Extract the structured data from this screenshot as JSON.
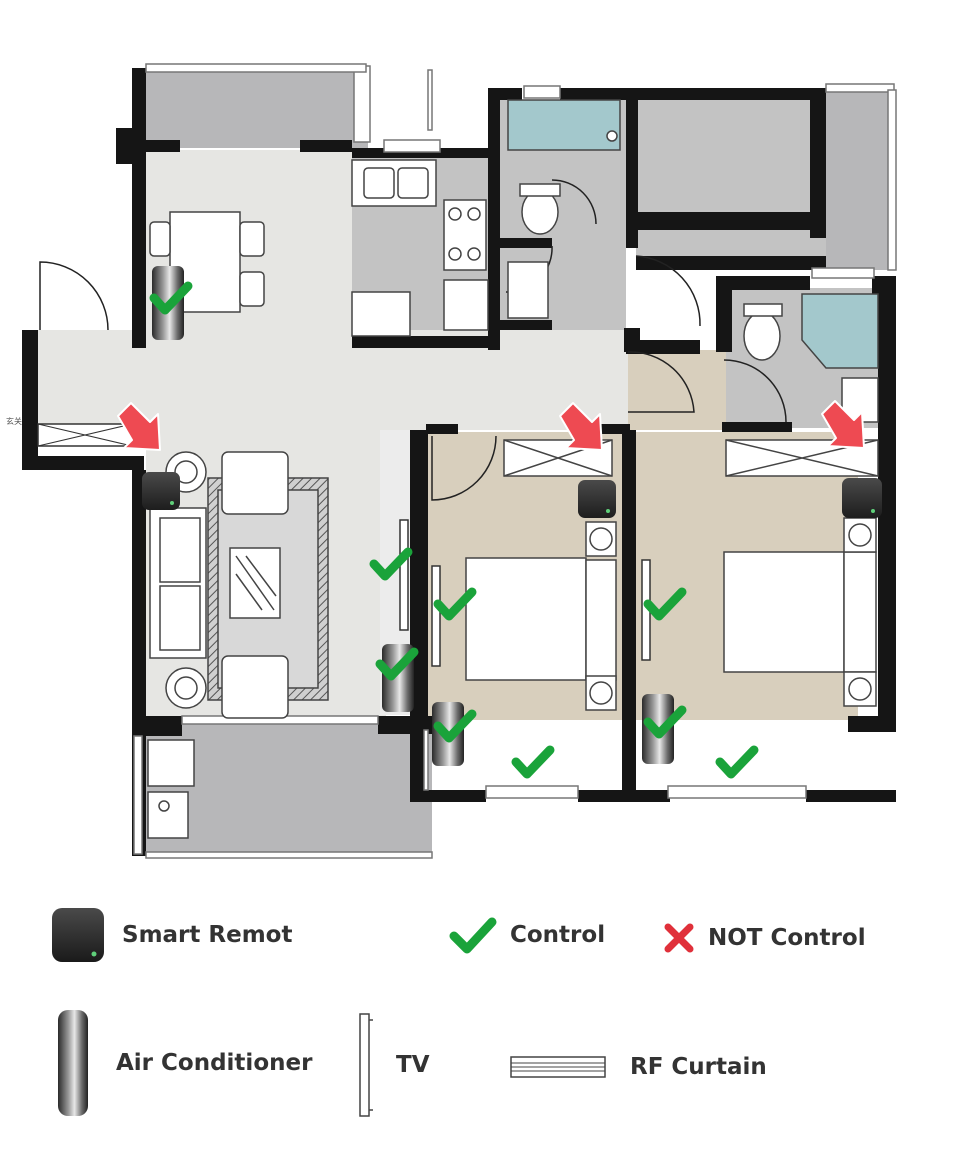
{
  "floorplan": {
    "entry_tag": "玄关",
    "colors": {
      "wall": "#151515",
      "hall": "#e6e6e3",
      "bedroom_floor": "#d8cfbd",
      "tile": "#c3c3c3",
      "balcony": "#b7b7b9",
      "shower": "#a3c8cc",
      "remote": "#2f2f2f",
      "check": "#1aa33a",
      "cross": "#e0303a",
      "arrow": "#ee4a52"
    },
    "markers": {
      "remote_count": 3,
      "arrow_count": 3,
      "check_count": 9,
      "ac_count": 4,
      "tv_count": 3
    }
  },
  "legend": {
    "smart_remote": {
      "label": "Smart Remot",
      "icon": "smart-remote-icon"
    },
    "control": {
      "label": "Control",
      "icon": "check-icon"
    },
    "not_control": {
      "label": "NOT Control",
      "icon": "cross-icon"
    },
    "air_conditioner": {
      "label": "Air Conditioner",
      "icon": "air-conditioner-icon"
    },
    "tv": {
      "label": "TV",
      "icon": "tv-icon"
    },
    "rf_curtain": {
      "label": "RF Curtain",
      "icon": "rf-curtain-icon"
    }
  }
}
